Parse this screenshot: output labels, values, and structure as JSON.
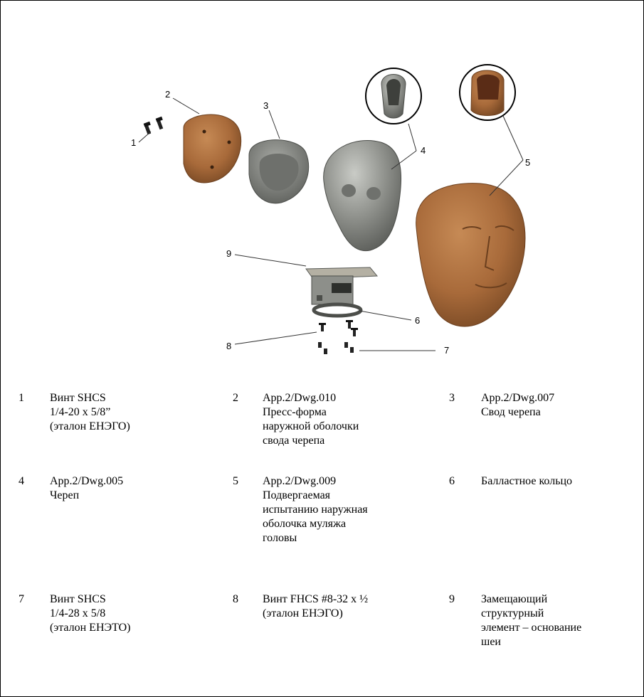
{
  "figure": {
    "callouts": [
      "1",
      "2",
      "3",
      "4",
      "5",
      "6",
      "7",
      "8",
      "9"
    ],
    "colors": {
      "skin_brown": "#a86a3a",
      "metal_grey": "#8d8f8a",
      "dark_grey": "#5b5d59",
      "line": "#333333"
    }
  },
  "legend": {
    "rows": [
      [
        {
          "num": "1",
          "text": "Винт SHCS\n1/4-20 x 5/8”\n(эталон ЕНЭГО)"
        },
        {
          "num": "2",
          "text": "App.2/Dwg.010\nПресс-форма\nнаружной оболочки\nсвода черепа"
        },
        {
          "num": "3",
          "text": "App.2/Dwg.007\nСвод черепа"
        }
      ],
      [
        {
          "num": "4",
          "text": "App.2/Dwg.005\nЧереп"
        },
        {
          "num": "5",
          "text": "App.2/Dwg.009\nПодвергаемая\nиспытанию наружная\nоболочка муляжа\nголовы"
        },
        {
          "num": "6",
          "text": "Балластное кольцо"
        }
      ],
      [
        {
          "num": "7",
          "text": "Винт SHCS\n1/4-28 x 5/8\n(эталон ЕНЭТО)"
        },
        {
          "num": "8",
          "text": "Винт FHCS #8-32 x ½\n(эталон ЕНЭГО)"
        },
        {
          "num": "9",
          "text": "Замещающий\nструктурный\nэлемент – основание\nшеи"
        }
      ]
    ]
  }
}
